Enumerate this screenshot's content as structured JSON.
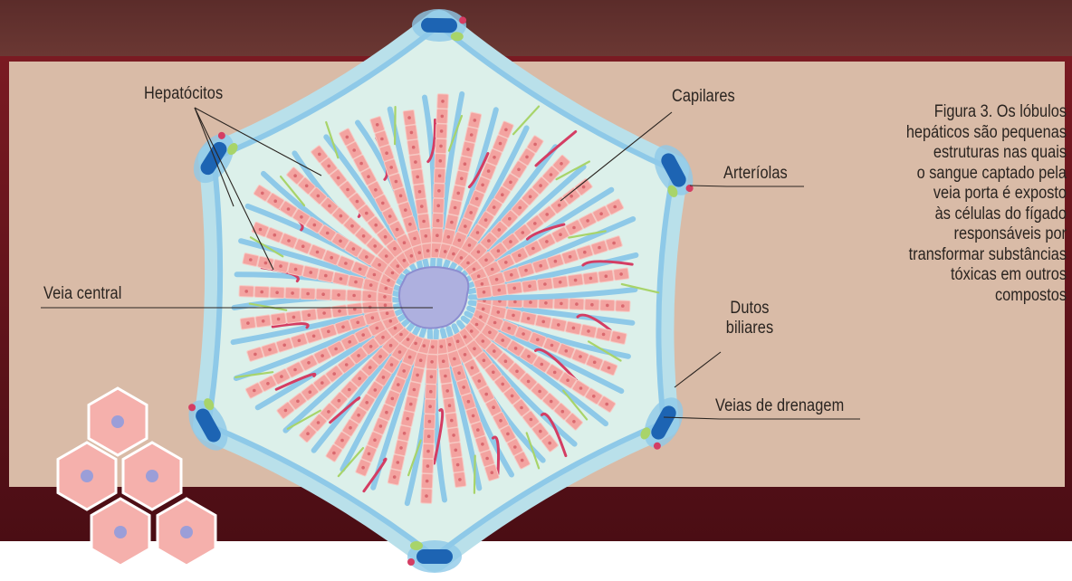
{
  "labels": {
    "hepatocitos": "Hepatócitos",
    "capilares": "Capilares",
    "arteriolas": "Arteríolas",
    "veia_central": "Veia central",
    "dutos_line1": "Dutos",
    "dutos_line2": "biliares",
    "veias_drenagem": "Veias de drenagem"
  },
  "caption": {
    "lines": [
      "Figura 3. Os lóbulos",
      "hepáticos são pequenas",
      "estruturas nas quais",
      "o sangue captado pela",
      "veia porta é exposto",
      "às células do fígado",
      "responsáveis por",
      "transformar substâncias",
      "tóxicas em outros",
      "compostos"
    ]
  },
  "colors": {
    "background_top": "#6e3a35",
    "background_panel": "#d9bba7",
    "background_bottom": "#4a0d14",
    "lobule_fill": "#dcf0ea",
    "lobule_edge": "#b9e0ea",
    "sinusoid": "#8ec9e8",
    "hepatocyte": "#f3a3a0",
    "hepatocyte_nucleus": "#d9686e",
    "capillary": "#d43d63",
    "bile_duct": "#a8d46a",
    "central_vein": "#aeb0df",
    "portal_vein": "#1d64b3",
    "hex_cell": "#f5b0ac",
    "hex_nucleus": "#9b9ed8"
  }
}
